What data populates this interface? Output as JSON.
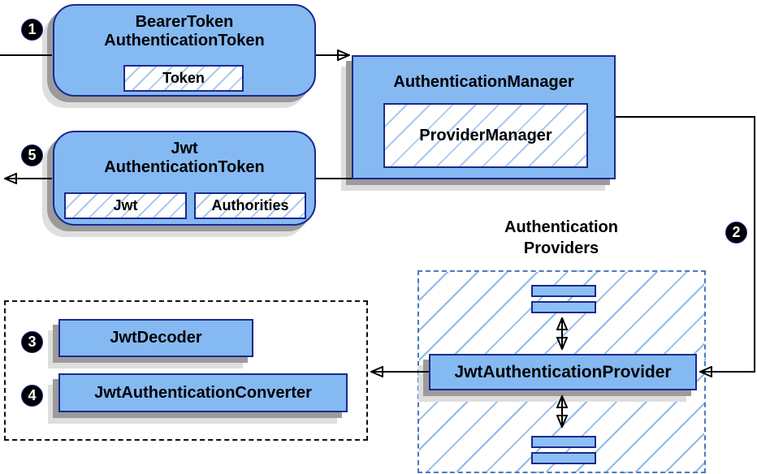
{
  "colors": {
    "node_fill": "#85B9F2",
    "node_border": "#1B2A8E",
    "chip_hatch_line": "#A9CAF0",
    "container_hatch_line": "#90BAE8",
    "container_border": "#4A7AB8",
    "black_dashed_border": "#111111",
    "shadow_dark": "#9B9B9B",
    "shadow_light": "#DEDEDE",
    "arrow": "#000000",
    "badge_background": "#000000",
    "badge_text": "#FFFFFF"
  },
  "badges": {
    "step1": "1",
    "step2": "2",
    "step3": "3",
    "step4": "4",
    "step5": "5"
  },
  "nodes": {
    "bearer_token": {
      "title_line1": "BearerToken",
      "title_line2": "AuthenticationToken",
      "chip": "Token"
    },
    "authentication_manager": {
      "title": "AuthenticationManager",
      "inner": "ProviderManager"
    },
    "jwt_authentication_token": {
      "title_line1": "Jwt",
      "title_line2": "AuthenticationToken",
      "chip1": "Jwt",
      "chip2": "Authorities"
    },
    "providers_group": {
      "title_line1": "Authentication",
      "title_line2": "Providers",
      "provider": "JwtAuthenticationProvider"
    },
    "decoder_group": {
      "decoder": "JwtDecoder",
      "converter": "JwtAuthenticationConverter"
    }
  }
}
